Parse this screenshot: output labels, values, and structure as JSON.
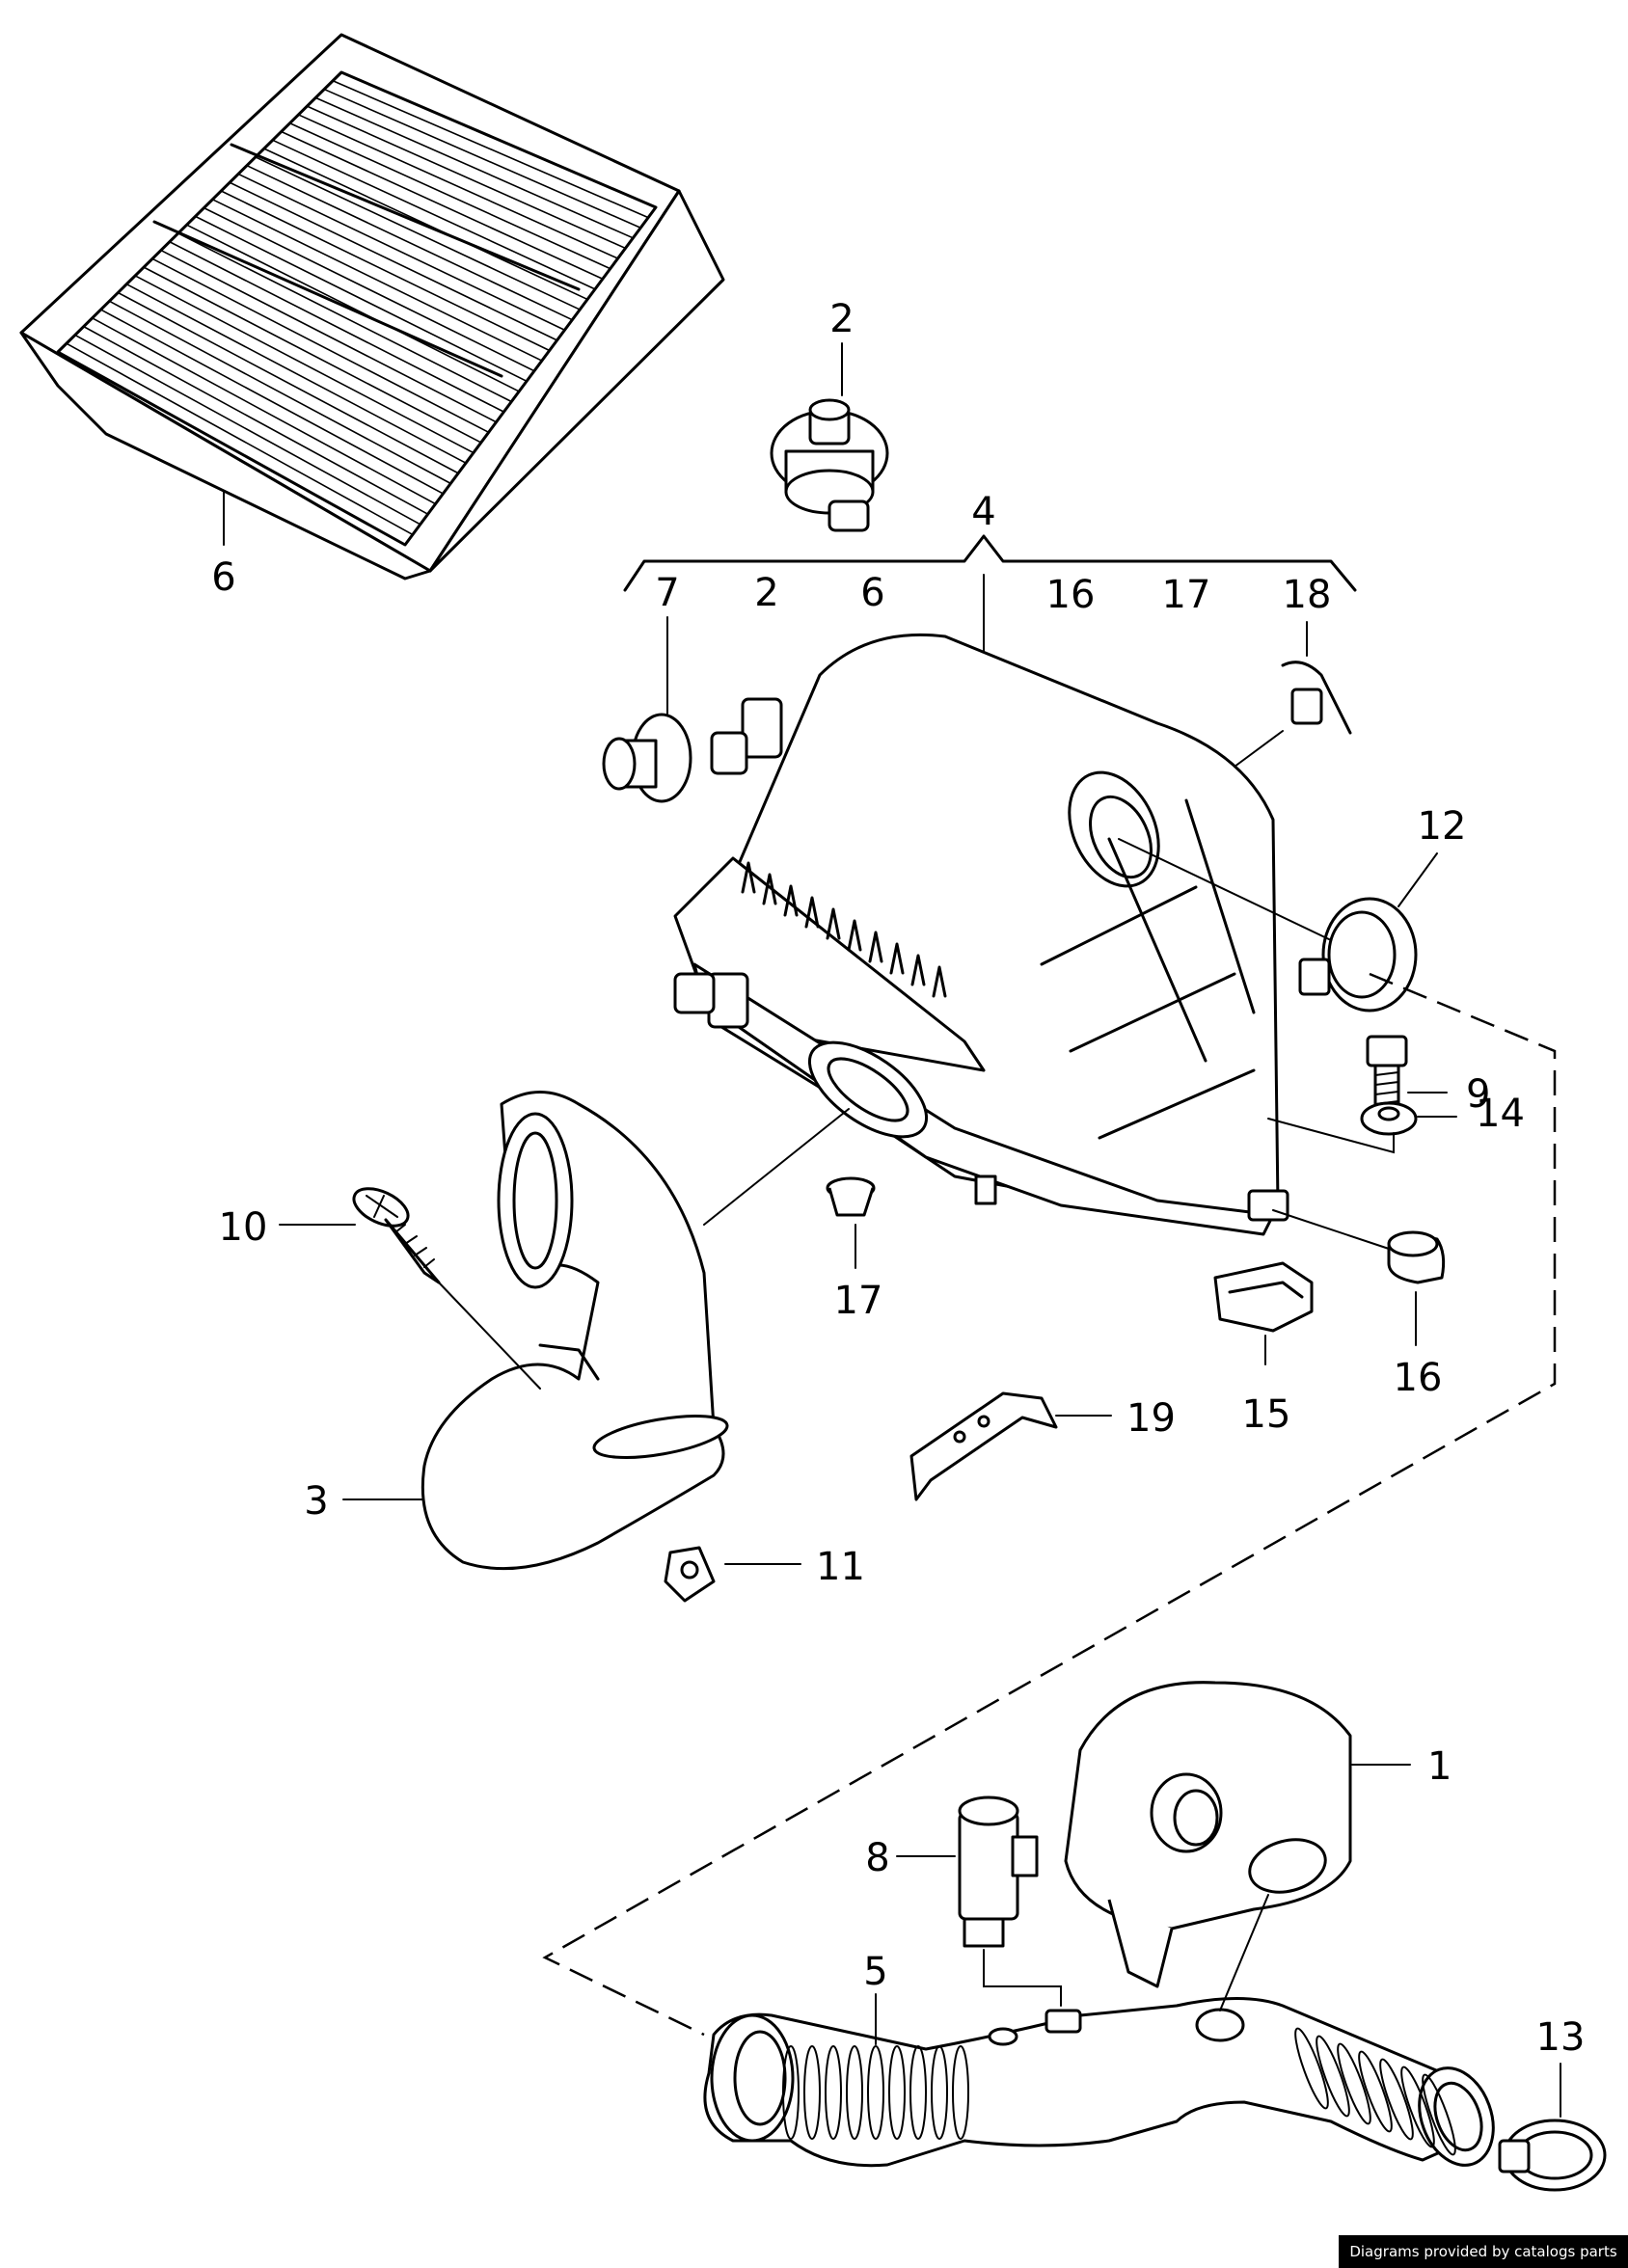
{
  "callouts": {
    "c1": "1",
    "c2": "2",
    "c3": "3",
    "c4": "4",
    "c5": "5",
    "c6": "6",
    "c7": "7",
    "c8": "8",
    "c9": "9",
    "c10": "10",
    "c11": "11",
    "c12": "12",
    "c13": "13",
    "c14": "14",
    "c15": "15",
    "c16": "16",
    "c17": "17",
    "c18": "18",
    "c19": "19"
  },
  "group4": {
    "items": [
      "7",
      "2",
      "6",
      "16",
      "17",
      "18"
    ]
  },
  "footer": {
    "text": "Diagrams provided by catalogs parts",
    "background": "#000000",
    "color": "#ffffff"
  }
}
